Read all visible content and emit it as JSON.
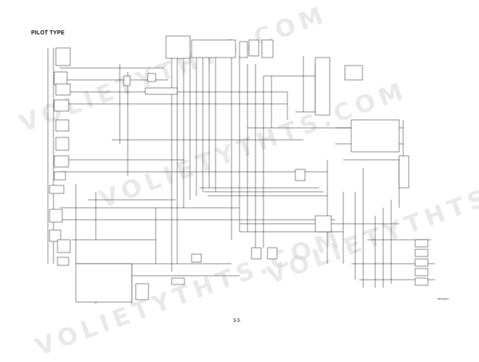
{
  "diagram": {
    "title": "PILOT TYPE",
    "page_number": "3-5",
    "figure_id": "380F3E04"
  },
  "watermark": {
    "text_a": "VOLIETYTHTS.COM",
    "text_b": "VOLIETYTHTS.COM",
    "text_c": "VOLIETYTHTS.COM",
    "text_d": "VOLIETYTHTS.COM",
    "color": "#d8d8d8"
  },
  "colors": {
    "line": "#222222",
    "background": "#ffffff"
  }
}
